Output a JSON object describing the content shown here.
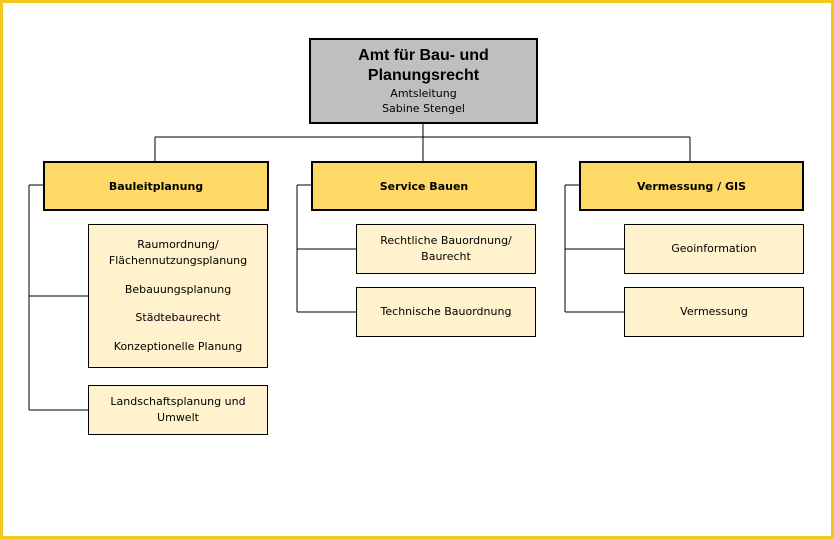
{
  "root": {
    "title": "Amt für Bau- und Planungsrecht",
    "role": "Amtsleitung",
    "person": "Sabine Stengel"
  },
  "departments": [
    {
      "label": "Bauleitplanung",
      "units": [
        {
          "items": [
            "Raumordnung/ Flächennutzungsplanung",
            "Bebauungsplanung",
            "Städtebaurecht",
            "Konzeptionelle Planung"
          ]
        },
        {
          "items": [
            "Landschaftsplanung und Umwelt"
          ]
        }
      ]
    },
    {
      "label": "Service Bauen",
      "units": [
        {
          "items": [
            "Rechtliche Bauordnung/ Baurecht"
          ]
        },
        {
          "items": [
            "Technische Bauordnung"
          ]
        }
      ]
    },
    {
      "label": "Vermessung / GIS",
      "units": [
        {
          "items": [
            "Geoinformation"
          ]
        },
        {
          "items": [
            "Vermessung"
          ]
        }
      ]
    }
  ],
  "colors": {
    "frame": "#f2c81e",
    "root_fill": "#bfbfbf",
    "department_fill": "#ffd966",
    "unit_fill": "#fff2cc"
  }
}
